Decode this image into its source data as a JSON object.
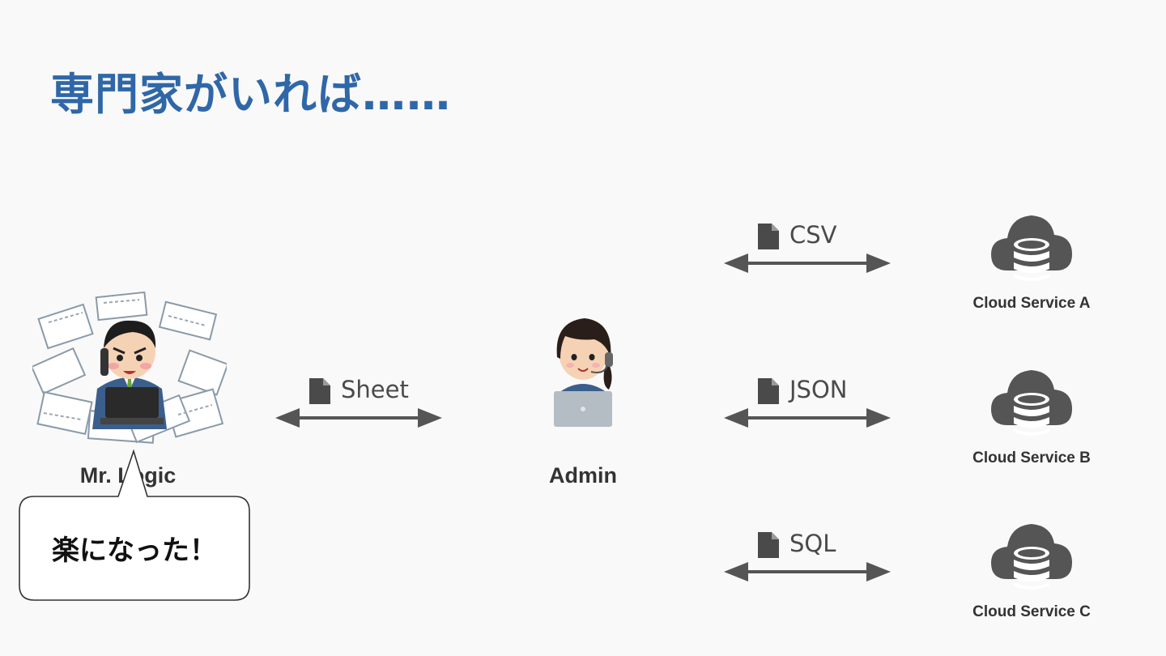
{
  "title": "専門家がいれば……",
  "nodes": {
    "mr_logic": {
      "label": "Mr. Logic"
    },
    "admin": {
      "label": "Admin"
    },
    "clouds": [
      {
        "label": "Cloud Service A",
        "format": "CSV"
      },
      {
        "label": "Cloud Service B",
        "format": "JSON"
      },
      {
        "label": "Cloud Service C",
        "format": "SQL"
      }
    ]
  },
  "links": {
    "logic_admin": "Sheet"
  },
  "speech_bubble": "楽になった！",
  "colors": {
    "title": "#2f67a8",
    "icon": "#555555",
    "background": "#f9f9f9"
  }
}
